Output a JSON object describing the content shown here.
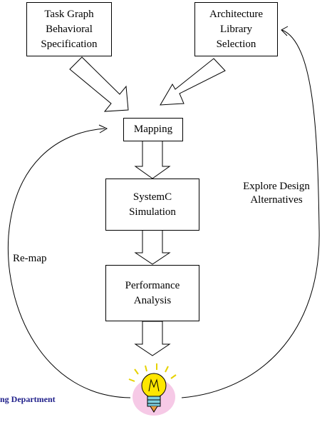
{
  "diagram": {
    "nodes": {
      "task_graph": "Task Graph\nBehavioral\nSpecification",
      "architecture": "Architecture\nLibrary\nSelection",
      "mapping": "Mapping",
      "simulation": "SystemC\nSimulation",
      "performance": "Performance\nAnalysis"
    },
    "edges": {
      "explore": "Explore Design\nAlternatives",
      "remap": "Re-map"
    },
    "icon": "lightbulb-icon"
  },
  "footer": {
    "text": "ng Department"
  }
}
